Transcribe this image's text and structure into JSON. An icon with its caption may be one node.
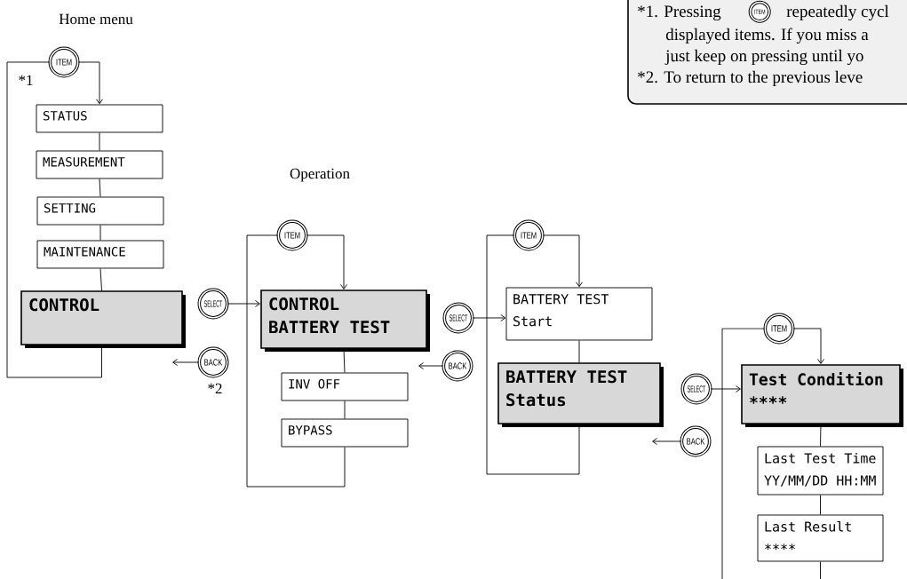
{
  "diagram": {
    "nodes": [
      {
        "text": [
          "*1. Pressing",
          "repeatedly cycl",
          "displayed items. If you miss a",
          "just keep on pressing until yo",
          "*2. To return to the previous leve"
        ]
      },
      {
        "text": [
          "ITEM"
        ],
        "in": 0
      },
      {
        "text": [
          "ITEM"
        ]
      },
      {
        "text": [
          "STATUS"
        ]
      },
      {
        "text": [
          "MEASUREMENT"
        ]
      },
      {
        "text": [
          "SETTING"
        ]
      },
      {
        "text": [
          "MAINTENANCE"
        ]
      },
      {
        "text": [
          "CONTROL"
        ]
      },
      {
        "text": [
          "SELECT"
        ]
      },
      {
        "text": [
          "BACK"
        ],
        "beside": [
          "*2"
        ]
      },
      {
        "text": [
          "ITEM"
        ]
      },
      {
        "text": [
          "CONTROL BATTERY TEST"
        ]
      },
      {
        "text": [
          "INV OFF"
        ]
      },
      {
        "text": [
          "BYPASS"
        ]
      },
      {
        "text": [
          "SELECT"
        ]
      },
      {
        "text": [
          "BACK"
        ]
      },
      {
        "text": [
          "ITEM"
        ]
      },
      {
        "text": [
          "BATTERY TEST Start"
        ]
      },
      {
        "text": [
          "BATTERY TEST Status"
        ]
      },
      {
        "text": [
          "SELECT"
        ]
      },
      {
        "text": [
          "BACK"
        ]
      },
      {
        "text": [
          "ITEM"
        ]
      },
      {
        "text": [
          "Test Condition ****"
        ]
      },
      {
        "text": [
          "Last Test Time YY/MM/DD HH:MM"
        ]
      },
      {
        "text": [
          "Last Result ****"
        ]
      }
    ],
    "edges": [
      {
        "from": 2,
        "to": 3,
        "arrow": "to"
      },
      {
        "from": 3,
        "to": 4,
        "arrow": "none"
      },
      {
        "from": 4,
        "to": 5,
        "arrow": "none"
      },
      {
        "from": 5,
        "to": 6,
        "arrow": "none"
      },
      {
        "from": 6,
        "to": 7,
        "arrow": "none"
      },
      {
        "from": 7,
        "to": 2,
        "arrow": "none"
      },
      {
        "from": 8,
        "to": 11,
        "arrow": "to"
      },
      {
        "from": 9,
        "to": null,
        "arrow": "to"
      },
      {
        "from": 10,
        "to": 11,
        "arrow": "to"
      },
      {
        "from": 11,
        "to": 12,
        "arrow": "none"
      },
      {
        "from": 12,
        "to": 13,
        "arrow": "none"
      },
      {
        "from": 13,
        "to": 10,
        "arrow": "none"
      },
      {
        "from": 14,
        "to": 17,
        "arrow": "to"
      },
      {
        "from": 15,
        "to": null,
        "arrow": "to"
      },
      {
        "from": 16,
        "to": 17,
        "arrow": "to"
      },
      {
        "from": 17,
        "to": 18,
        "arrow": "none"
      },
      {
        "from": 18,
        "to": 16,
        "arrow": "none"
      },
      {
        "from": 19,
        "to": 22,
        "arrow": "to"
      },
      {
        "from": 20,
        "to": null,
        "arrow": "to"
      },
      {
        "from": 21,
        "to": 22,
        "arrow": "to"
      },
      {
        "from": 22,
        "to": 23,
        "arrow": "none"
      },
      {
        "from": 23,
        "to": 24,
        "arrow": "none"
      },
      {
        "from": 24,
        "to": null,
        "arrow": "none"
      },
      {
        "from": 21,
        "to": null,
        "arrow": "none"
      }
    ],
    "labels": [
      "Home menu",
      "*1",
      "Operation"
    ]
  }
}
